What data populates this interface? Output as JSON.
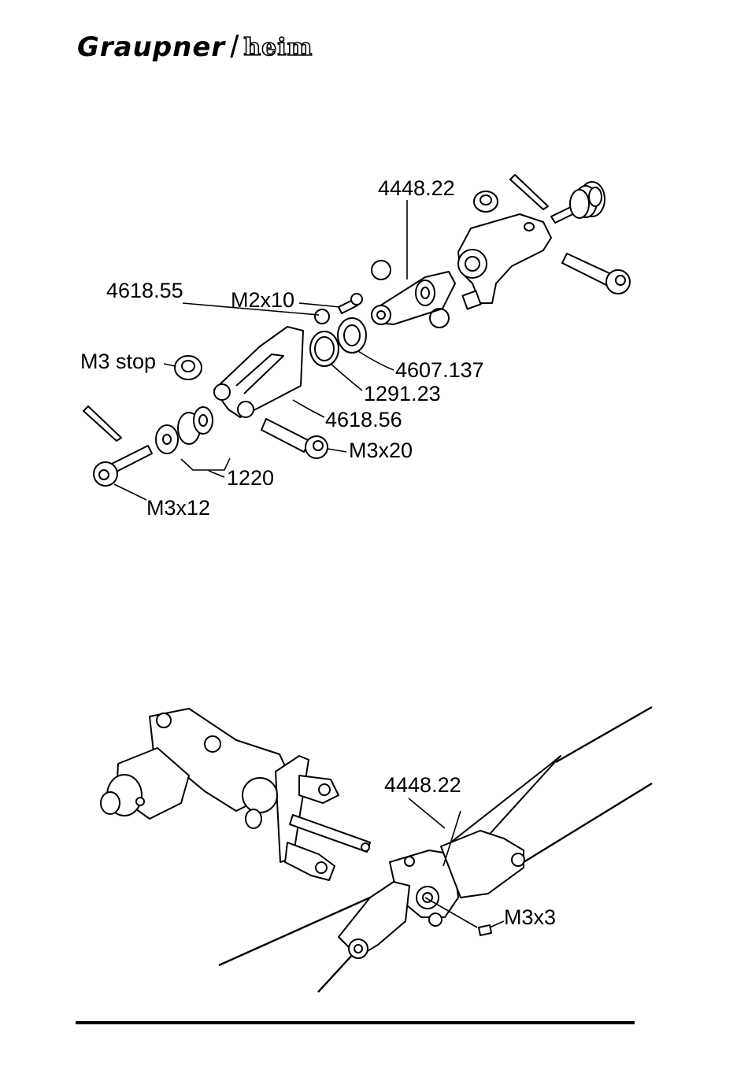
{
  "header": {
    "brand": "Graupner",
    "separator": "/",
    "sub_brand": "heim"
  },
  "figure_top": {
    "labels": {
      "l4448_22": "4448.22",
      "l4618_55": "4618.55",
      "lM2x10": "M2x10",
      "lM3stop": "M3 stop",
      "l4607_137": "4607.137",
      "l1291_23": "1291.23",
      "l4618_56": "4618.56",
      "lM3x20": "M3x20",
      "l1220": "1220",
      "lM3x12": "M3x12"
    }
  },
  "figure_bottom": {
    "labels": {
      "l4448_22": "4448.22",
      "lM3x3": "M3x3"
    }
  }
}
